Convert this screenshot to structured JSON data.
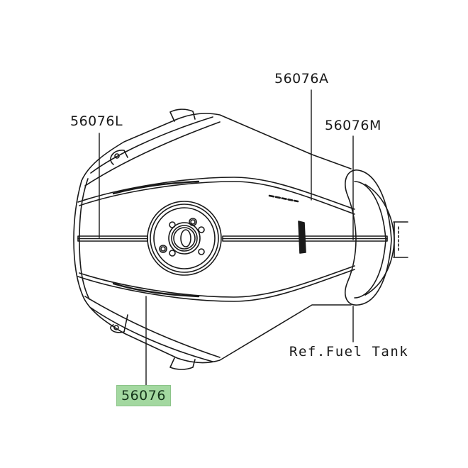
{
  "diagram": {
    "title": "Fuel tank decal parts diagram",
    "highlight_color": "#a3d8a0",
    "line_color": "#1a1a1a"
  },
  "labels": {
    "part_56076A": "56076A",
    "part_56076L": "56076L",
    "part_56076M": "56076M",
    "part_56076": "56076",
    "reference": "Ref.Fuel Tank"
  },
  "highlighted_part": "56076"
}
